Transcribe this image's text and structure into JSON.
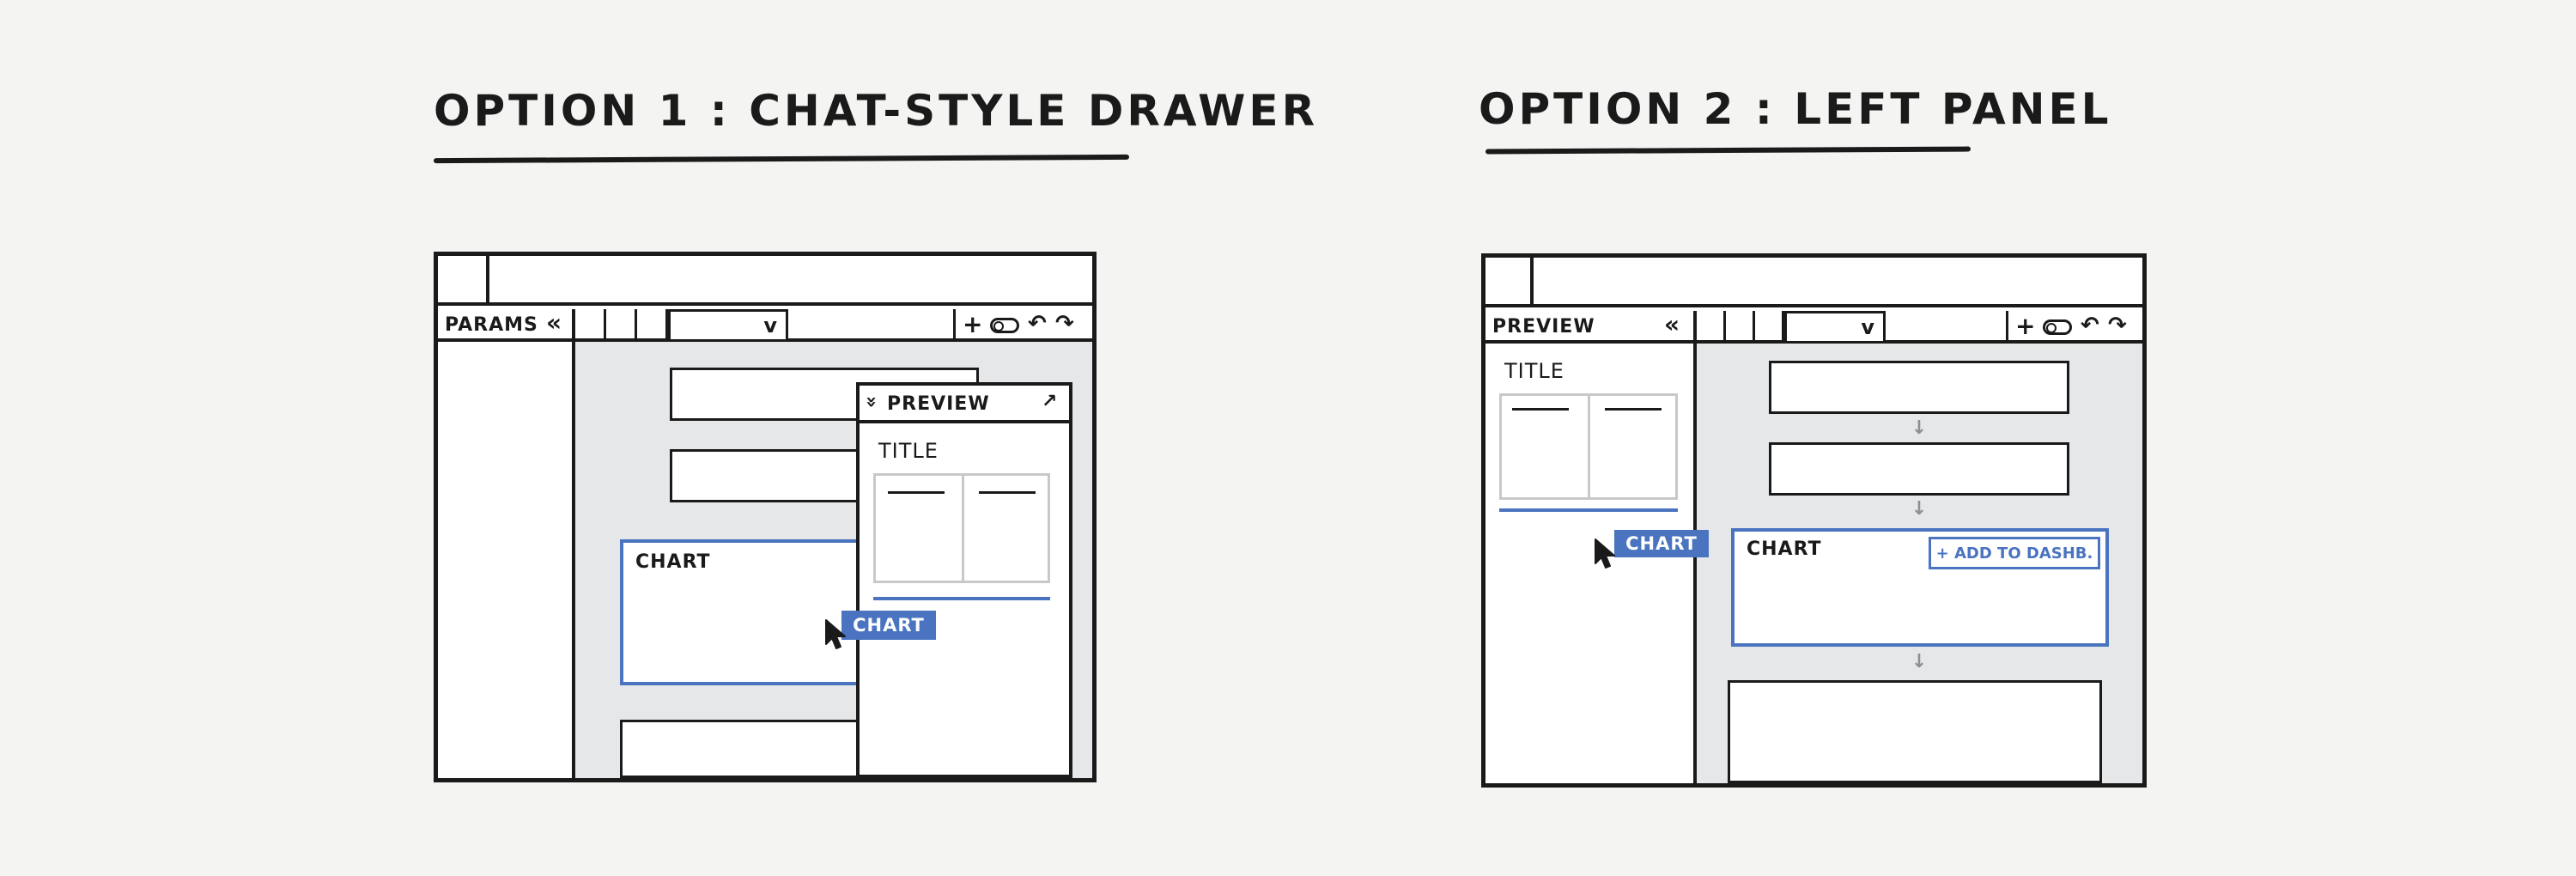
{
  "option1": {
    "heading": "OPTION 1 : CHAT-STYLE DRAWER",
    "panel_label": "PARAMS",
    "collapse_icon": "«",
    "dropdown_icon": "v",
    "toolbar_icons": [
      "plus-icon",
      "toggle-icon",
      "undo-icon",
      "redo-icon"
    ],
    "chart_label": "CHART",
    "drag_chip": "CHART",
    "drawer": {
      "header_label": "PREVIEW",
      "collapse_icon": "»",
      "expand_icon": "↗",
      "title": "TITLE"
    }
  },
  "option2": {
    "heading": "OPTION 2 : LEFT PANEL",
    "panel_label": "PREVIEW",
    "collapse_icon": "«",
    "dropdown_icon": "v",
    "toolbar_icons": [
      "plus-icon",
      "toggle-icon",
      "undo-icon",
      "redo-icon"
    ],
    "preview_title": "TITLE",
    "drag_chip": "CHART",
    "chart_label": "CHART",
    "add_button": "+ ADD TO DASHB.",
    "flow_arrow": "↓"
  },
  "colors": {
    "ink": "#1a1a1a",
    "accent_blue": "#4a74c0",
    "canvas_gray": "#e5e7e9",
    "arrow_gray": "#8a9096"
  }
}
